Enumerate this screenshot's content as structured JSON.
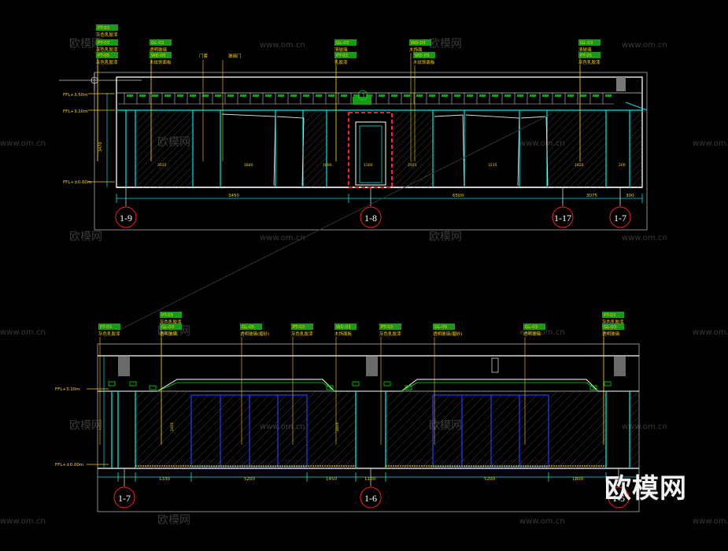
{
  "watermark": {
    "cn": "欧模网",
    "url": "www.om.cn"
  },
  "logo": "欧模网",
  "colors": {
    "background": "#000000",
    "frame": "#8a8a8a",
    "cyan": "#00e5e5",
    "yellow": "#ffd000",
    "green": "#00e000",
    "red": "#ff2020",
    "blue": "#2040ff",
    "white": "#ffffff",
    "hatch": "#505050",
    "tag": "#1a9a1a"
  },
  "elevation_top": {
    "levels": [
      "FFL+3.50m",
      "FFL+3.10m",
      "FFL+±0.00m"
    ],
    "tags": [
      {
        "code": "PT-03",
        "note": "灰色乳胶漆"
      },
      {
        "code": "PT-03",
        "note": "灰色乳胶漆"
      },
      {
        "code": "PT-05",
        "note": "灰色乳胶漆"
      },
      {
        "code": "GL-03",
        "note": "透明玻璃"
      },
      {
        "code": "WD-05",
        "note": "木纹饰面板"
      },
      {
        "code": "GL-03",
        "note": "清玻璃"
      },
      {
        "code": "PT-03",
        "note": "乳胶漆"
      },
      {
        "code": "WD-03",
        "note": "木饰面"
      }
    ],
    "notes_text": [
      "门套",
      "玻璃门"
    ],
    "dims_bottom": [
      "3450",
      "6500",
      "3075",
      "300"
    ],
    "sections": [
      "1-9",
      "1-8",
      "1-17",
      "1-7"
    ]
  },
  "elevation_bottom": {
    "levels": [
      "FFL+3.10m",
      "FFL+±0.00m"
    ],
    "tags": [
      {
        "code": "PT-05",
        "note": "灰色乳胶漆"
      },
      {
        "code": "GL-03",
        "note": "透明玻璃"
      },
      {
        "code": "PT-03",
        "note": "灰色乳胶漆"
      },
      {
        "code": "GL-05",
        "note": "透明玻璃(磨砂)"
      },
      {
        "code": "PT-03",
        "note": "灰色乳胶漆"
      },
      {
        "code": "WD-03",
        "note": "木饰面板"
      },
      {
        "code": "PT-03",
        "note": "灰色乳胶漆"
      },
      {
        "code": "GL-05",
        "note": "透明玻璃(磨砂)"
      },
      {
        "code": "GL-03",
        "note": "透明玻璃"
      },
      {
        "code": "PT-03",
        "note": "灰色乳胶漆"
      },
      {
        "code": "GL-03",
        "note": "透明玻璃"
      }
    ],
    "dims_bottom": [
      "1330",
      "5200",
      "1450",
      "1100",
      "5200",
      "1800"
    ],
    "sections": [
      "1-7",
      "1-6",
      "1-5"
    ]
  }
}
